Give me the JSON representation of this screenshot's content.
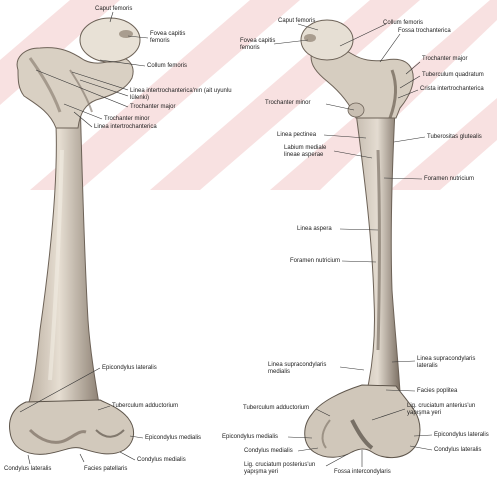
{
  "colors": {
    "background": "#ffffff",
    "watermark": "#f7dcdc",
    "bone": "#d8d0c4",
    "bone_shadow": "#8f8376",
    "bone_dark": "#5e554b",
    "leader": "#333333",
    "text": "#222222"
  },
  "anterior_view": {
    "caput_femoris": "Caput femoris",
    "fovea_capitis_femoris": "Fovea capitis femoris",
    "collum_femoris": "Collum femoris",
    "linea_intertrochanterica_un_yapisma": "Linea intertrochanterica'nın (ait uyunlu lülenki)",
    "trochanter_major": "Trochanter major",
    "trochanter_minor": "Trochanter minor",
    "linea_intertrochanterica": "Linea intertrochanterica",
    "epicondylus_lateralis": "Epicondylus lateralis",
    "tuberculum_adductorium": "Tuberculum adductorium",
    "epicondylus_medialis": "Epicondylus medialis",
    "condylus_medialis": "Condylus medialis",
    "condylus_lateralis": "Condylus lateralis",
    "facies_patellaris": "Facies patellaris"
  },
  "posterior_view": {
    "caput_femoris": "Caput femoris",
    "fovea_capitis_femoris": "Fovea capitis femoris",
    "collum_femoris": "Collum femoris",
    "fossa_trochanterica": "Fossa trochanterica",
    "trochanter_major": "Trochanter major",
    "tuberculum_quadratum": "Tuberculum quadratum",
    "crista_intertrochanterica": "Crista intertrochanterica",
    "trochanter_minor": "Trochanter minor",
    "linea_pectinea": "Linea pectinea",
    "tuberositas_glutealis": "Tuberositas glutealis",
    "labium_mediale_lineae_asperae": "Labium mediale lineae asperae",
    "foramen_nutricium_upper": "Foramen nutricium",
    "linea_aspera": "Linea aspera",
    "foramen_nutricium_lower": "Foramen nutricium",
    "linea_supracondylaris_medialis": "Linea supracondylaris medialis",
    "linea_supracondylaris_lateralis": "Linea supracondylaris lateralis",
    "facies_poplitea": "Facies poplitea",
    "tuberculum_adductorium": "Tuberculum adductorium",
    "lig_cruciatum_anterius_un_yapisma": "Lig. cruciatum anterius'un yapışma yeri",
    "epicondylus_medialis": "Epicondylus medialis",
    "epicondylus_lateralis": "Epicondylus lateralis",
    "condylus_medialis": "Condylus medialis",
    "condylus_lateralis": "Condylus lateralis",
    "lig_cruciatum_posterius_un_yapisma": "Lig. cruciatum posterius'un yapışma yeri",
    "fossa_intercondylaris": "Fossa intercondylaris"
  }
}
